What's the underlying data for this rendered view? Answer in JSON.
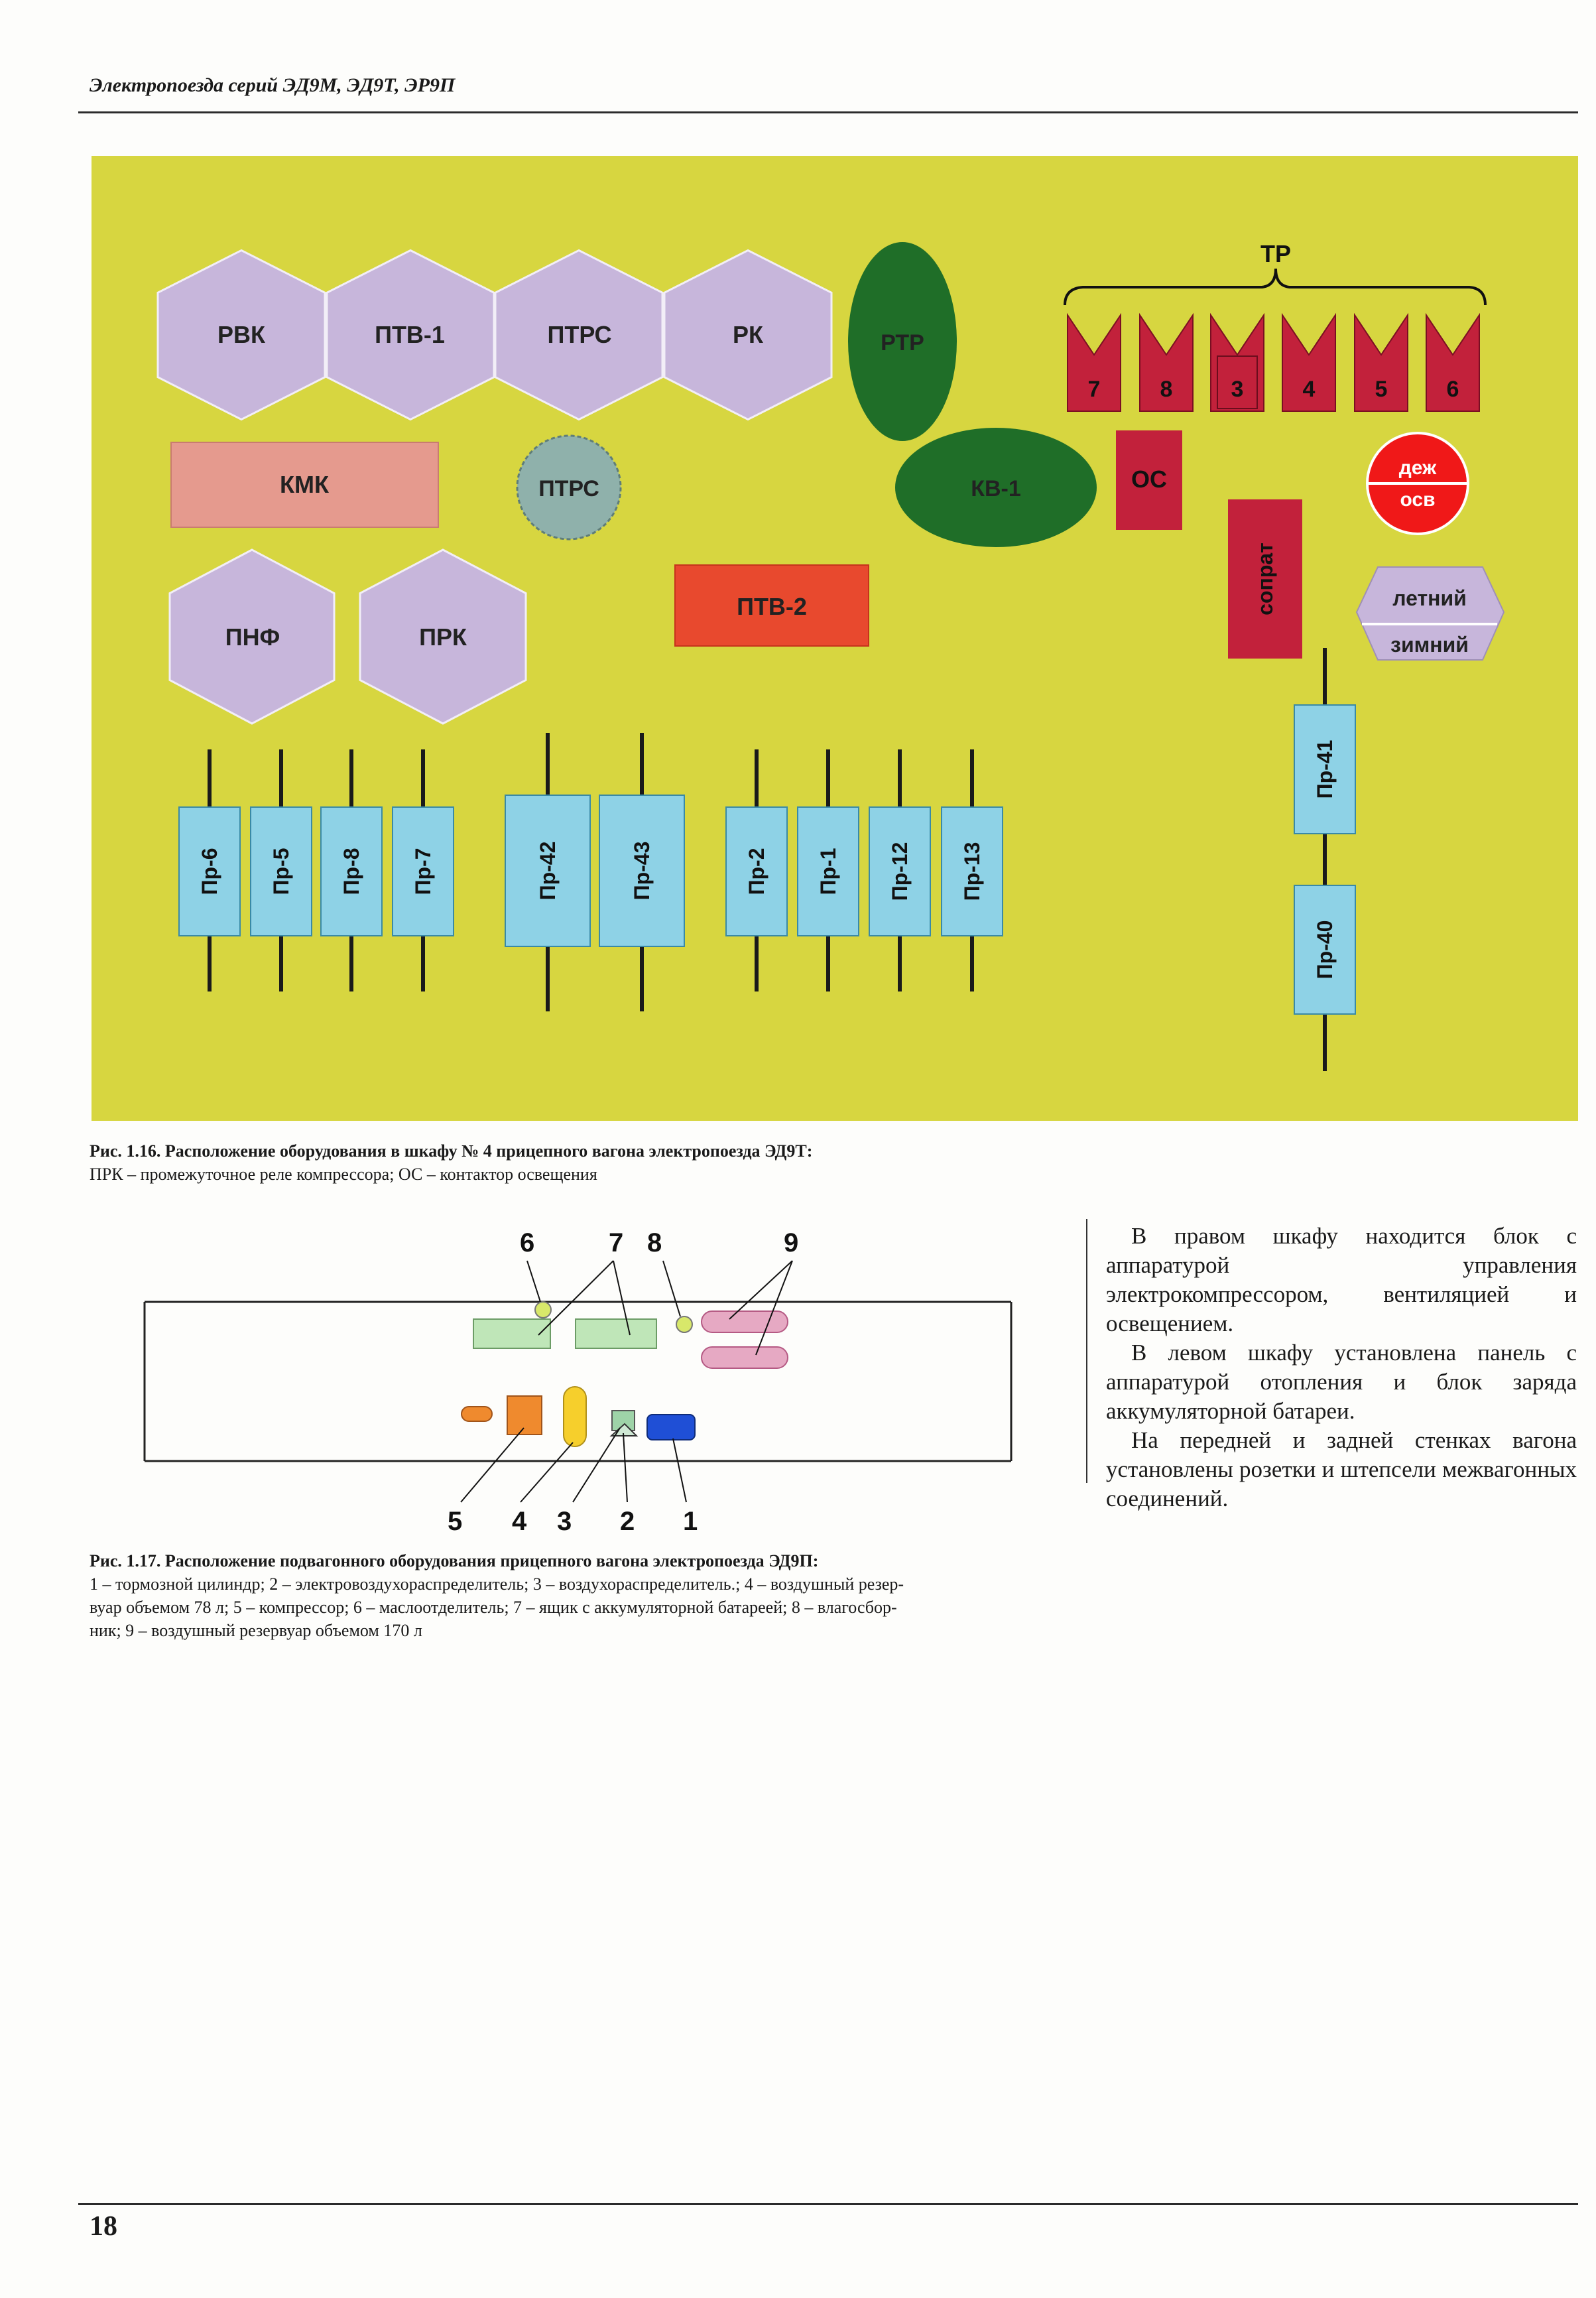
{
  "header": {
    "running_title": "Электропоезда серий ЭД9М, ЭД9Т, ЭР9П",
    "page_number": "18"
  },
  "figure_1_16": {
    "colors": {
      "panel": "#d7d640",
      "hexagon": "#c7b6db",
      "dark_green": "#1f6e28",
      "crimson": "#c2213b",
      "orange_red": "#e8492e",
      "fuse": "#8ed2e6",
      "kmk": "#e59a8e"
    },
    "labels": {
      "rvk": "РВК",
      "ptv1": "ПТВ-1",
      "ptrs_hex": "ПТРС",
      "rk": "РК",
      "rtr": "РТР",
      "tr": "ТР",
      "kmk": "КМК",
      "ptrs_circle": "ПТРС",
      "kv1": "КВ-1",
      "os": "ОС",
      "dezh": "деж",
      "osv": "осв",
      "soprat": "сопрат",
      "ptv2": "ПТВ-2",
      "pnf": "ПНФ",
      "prk": "ПРК",
      "letniy": "летний",
      "zimniy": "зимний"
    },
    "tr_numbers": [
      "7",
      "8",
      "3",
      "4",
      "5",
      "6"
    ],
    "fuses_group1": [
      "Пр-6",
      "Пр-5",
      "Пр-8",
      "Пр-7"
    ],
    "fuses_group2": [
      "Пр-42",
      "Пр-43"
    ],
    "fuses_group3": [
      "Пр-2",
      "Пр-1",
      "Пр-12",
      "Пр-13"
    ],
    "fuses_vertical": [
      "Пр-41",
      "Пр-40"
    ],
    "caption_title": "Рис. 1.16. Расположение оборудования в шкафу № 4 прицепного вагона электропоезда ЭД9Т:",
    "caption_text": "ПРК – промежуточное реле компрессора; ОС – контактор освещения"
  },
  "figure_1_17": {
    "colors": {
      "light_green": "#bfe6b8",
      "pink": "#e6a9c3",
      "orange": "#ef8a2e",
      "yellow": "#f6cf2c",
      "blue": "#1f4fd6",
      "lime": "#d8e86a"
    },
    "top_numbers": [
      "6",
      "7",
      "8",
      "9"
    ],
    "bottom_numbers": [
      "5",
      "4",
      "3",
      "2",
      "1"
    ],
    "caption_title": "Рис. 1.17. Расположение подвагонного оборудования прицепного вагона электропоезда ЭД9П:",
    "caption_line1": "1 – тормозной цилиндр; 2 – электровоздухораспределитель; 3 – воздухораспределитель.; 4 – воздушный резер-",
    "caption_line2": "вуар объемом 78 л; 5 – компрессор; 6 – маслоотделитель; 7 – ящик с аккумуляторной батареей; 8 – влагосбор-",
    "caption_line3": "ник; 9 – воздушный резервуар объемом 170 л"
  },
  "body": {
    "para1": "В правом шкафу находится блок с аппаратурой управления электрокомпрессором, вентиляцией и освещением.",
    "para2": "В левом шкафу установлена панель с аппаратурой отопления и блок заряда аккумуляторной батареи.",
    "para3": "На передней и задней стенках вагона установлены розетки и штепсели межвагонных соединений."
  }
}
